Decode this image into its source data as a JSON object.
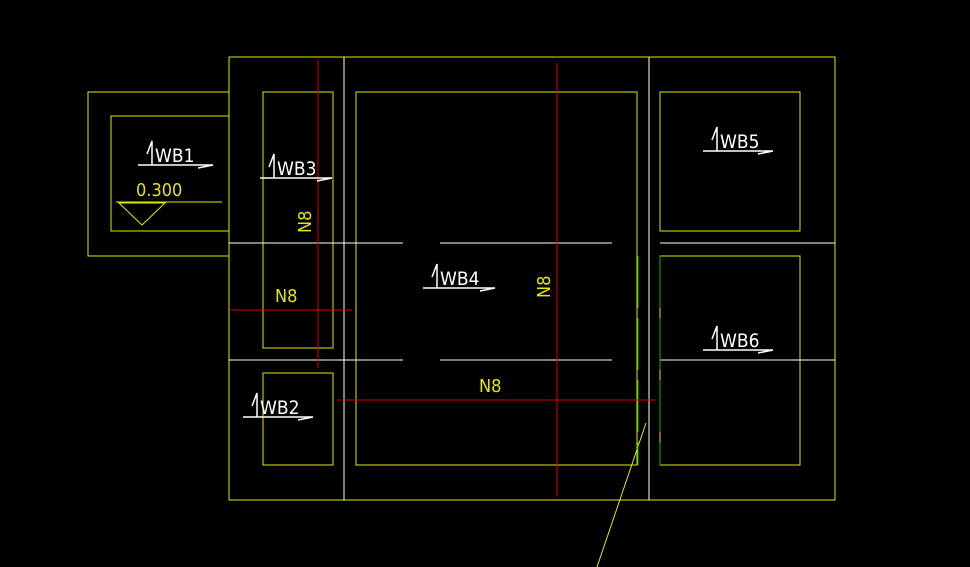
{
  "colors": {
    "background": "#000000",
    "outline": "#e6e600",
    "wall": "#ffffff",
    "rebar": "#e00000",
    "hidden": "#00c000"
  },
  "slabs": [
    {
      "id": "wb1",
      "label": "WB1"
    },
    {
      "id": "wb2",
      "label": "WB2"
    },
    {
      "id": "wb3",
      "label": "WB3"
    },
    {
      "id": "wb4",
      "label": "WB4"
    },
    {
      "id": "wb5",
      "label": "WB5"
    },
    {
      "id": "wb6",
      "label": "WB6"
    }
  ],
  "elevation": {
    "value": "0.300"
  },
  "rebar_labels": [
    {
      "id": "rebar-n8-wb3-vertical",
      "text": "N8"
    },
    {
      "id": "rebar-n8-wb3-horizontal",
      "text": "N8"
    },
    {
      "id": "rebar-n8-wb4-vertical",
      "text": "N8"
    },
    {
      "id": "rebar-n8-wb4-horizontal",
      "text": "N8"
    }
  ]
}
